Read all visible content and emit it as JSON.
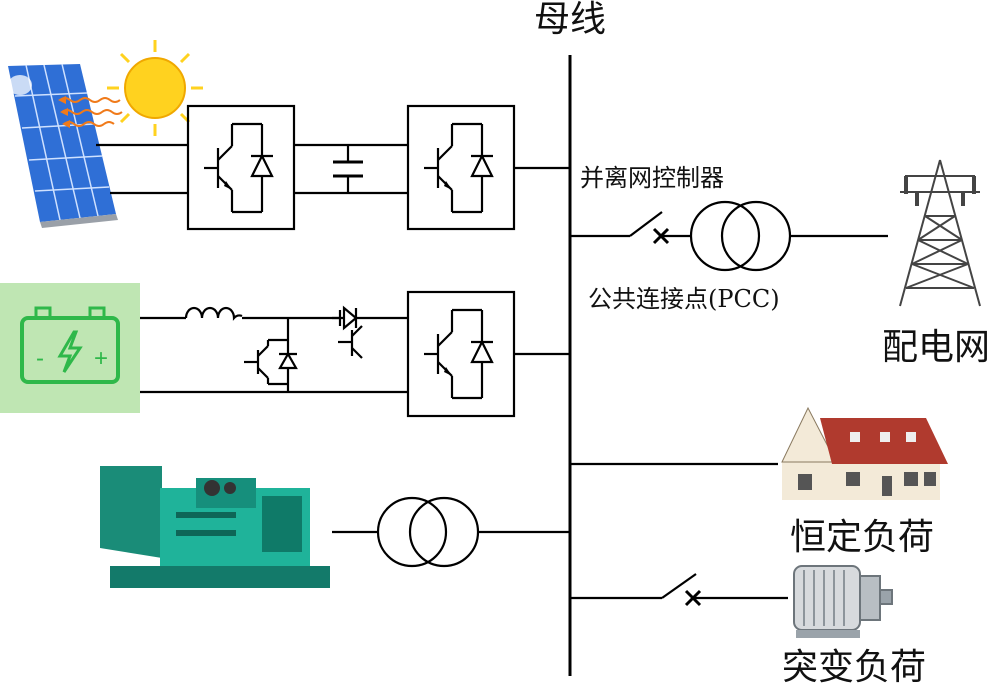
{
  "labels": {
    "bus": "母线",
    "grid_controller": "并离网控制器",
    "pcc": "公共连接点(PCC)",
    "grid": "配电网",
    "constant_load": "恒定负荷",
    "variable_load": "突变负荷"
  },
  "battery_symbols": {
    "minus": "-",
    "plus": "+"
  },
  "colors": {
    "line": "#000000",
    "solar_panel": "#2f6fd6",
    "sun": "#ffd21f",
    "battery_bg": "#bfe6b3",
    "battery_icon": "#2fb84a",
    "generator": "#1fb39a",
    "house_roof": "#b03a2e",
    "tower": "#444444",
    "motor": "#9aa3aa"
  }
}
